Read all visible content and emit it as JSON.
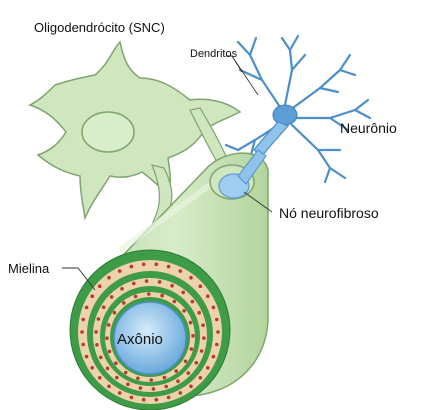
{
  "labels": {
    "oligodendrocyte": "Oligodendrócito (SNC)",
    "dendrites": "Dendritos",
    "neuron": "Neurônio",
    "node": "Nó neurofibroso",
    "myelin": "Mielina",
    "axon": "Axônio"
  },
  "colors": {
    "cell_fill": "#cfe6bf",
    "cell_stroke": "#7fa56e",
    "myelin_dark": "#3e9b46",
    "myelin_tan": "#ecd2ad",
    "axon_blue": "#8fc3ea",
    "neuron_blue": "#5b9fd6",
    "beads": "#b73a2d"
  }
}
